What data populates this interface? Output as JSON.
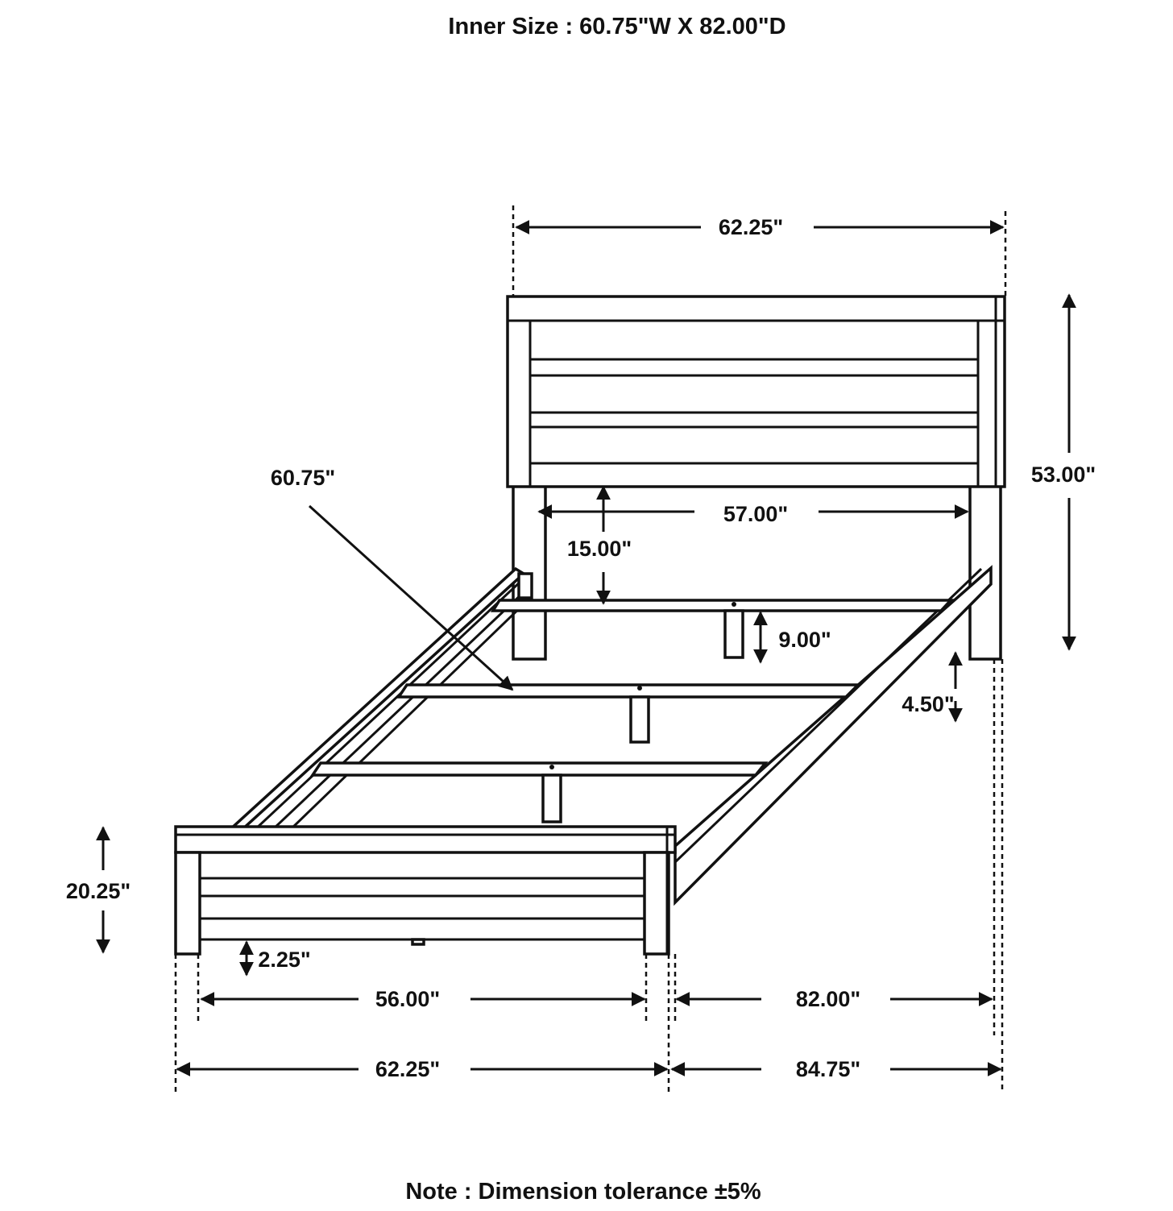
{
  "title": "Inner Size : 60.75\"W X 82.00\"D",
  "note": "Note : Dimension tolerance ±5%",
  "dimensions": {
    "headboard_width": "62.25\"",
    "headboard_height": "53.00\"",
    "inner_headboard_width": "57.00\"",
    "headboard_leg_clearance": "15.00\"",
    "slat_length": "60.75\"",
    "rail_support_height": "9.00\"",
    "side_rail_height": "4.50\"",
    "footboard_height": "20.25\"",
    "footboard_leg_clearance": "2.25\"",
    "footboard_inner_width": "56.00\"",
    "footboard_width": "62.25\"",
    "inner_length": "82.00\"",
    "overall_length": "84.75\""
  }
}
